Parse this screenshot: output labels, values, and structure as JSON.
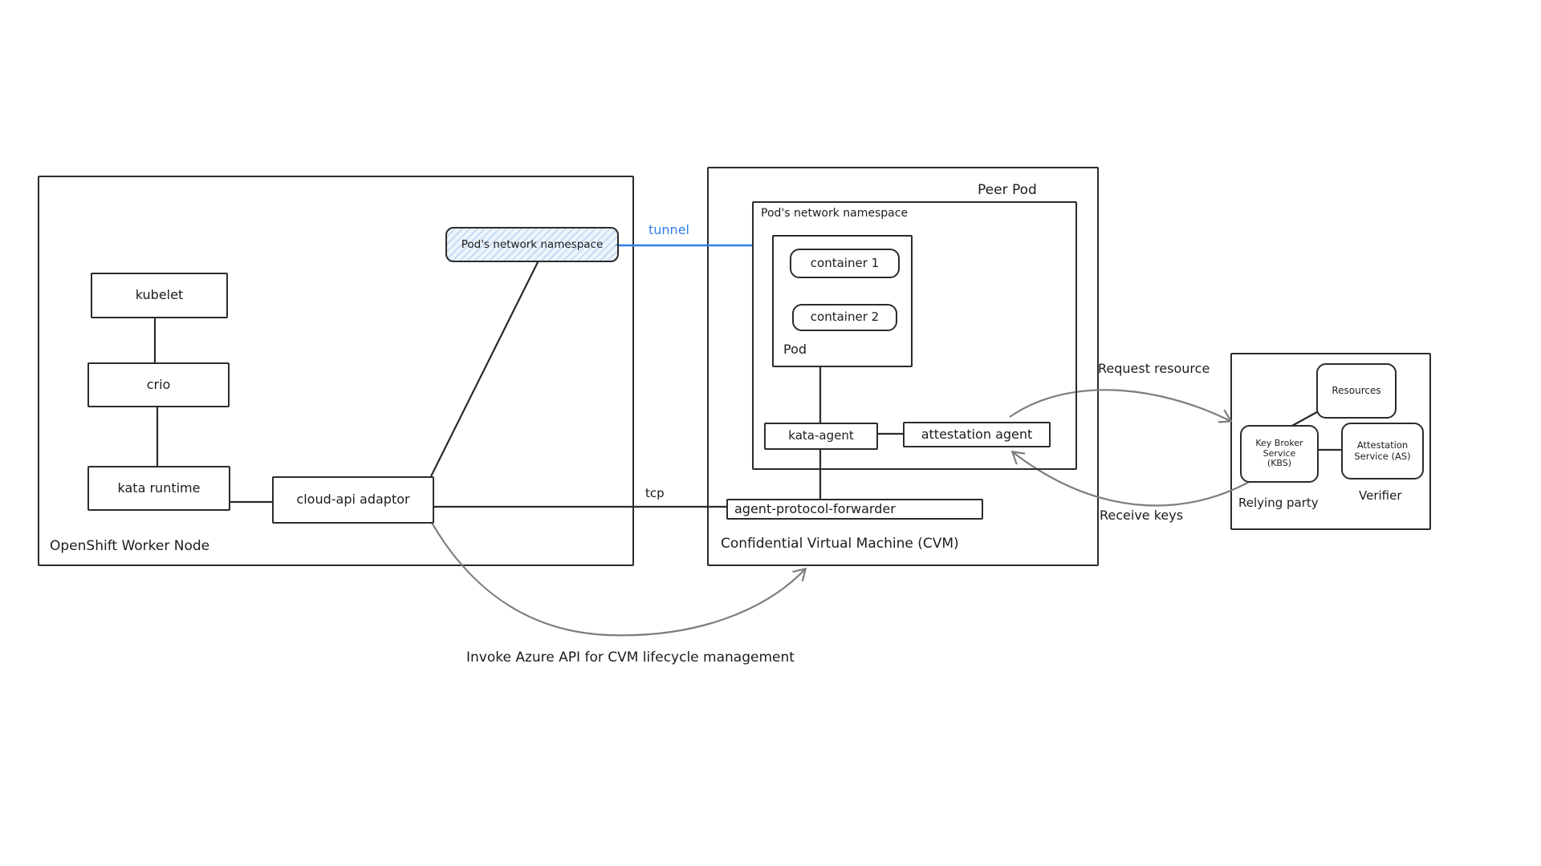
{
  "diagram": {
    "worker_node": {
      "title": "OpenShift Worker Node",
      "kubelet": "kubelet",
      "crio": "crio",
      "kata_runtime": "kata runtime",
      "cloud_api_adaptor": "cloud-api adaptor",
      "badge": "Pod's network namespace"
    },
    "links": {
      "tunnel": "tunnel",
      "tcp": "tcp",
      "invoke_azure": "Invoke Azure API for CVM lifecycle management",
      "request_resource": "Request resource",
      "receive_keys": "Receive keys"
    },
    "cvm": {
      "peer_pod": "Peer Pod",
      "title": "Confidential Virtual Machine (CVM)",
      "namespace": "Pod's network namespace",
      "pod_label": "Pod",
      "containers": [
        "container 1",
        "container 2"
      ],
      "kata_agent": "kata-agent",
      "attestation_agent": "attestation agent",
      "agent_protocol_forwarder": "agent-protocol-forwarder"
    },
    "trust": {
      "resources": "Resources",
      "kbs_lines": [
        "Key Broker",
        "Service",
        "(KBS)"
      ],
      "as_lines": [
        "Attestation",
        "Service (AS)"
      ],
      "relying_party": "Relying party",
      "verifier": "Verifier"
    },
    "colors": {
      "line": "#2b2b2b",
      "arrow_gray": "#7d7d7d",
      "accent_blue": "#2f7fe8",
      "badge_fill": "#ebf4fd",
      "badge_hatch": "#609cde"
    }
  }
}
